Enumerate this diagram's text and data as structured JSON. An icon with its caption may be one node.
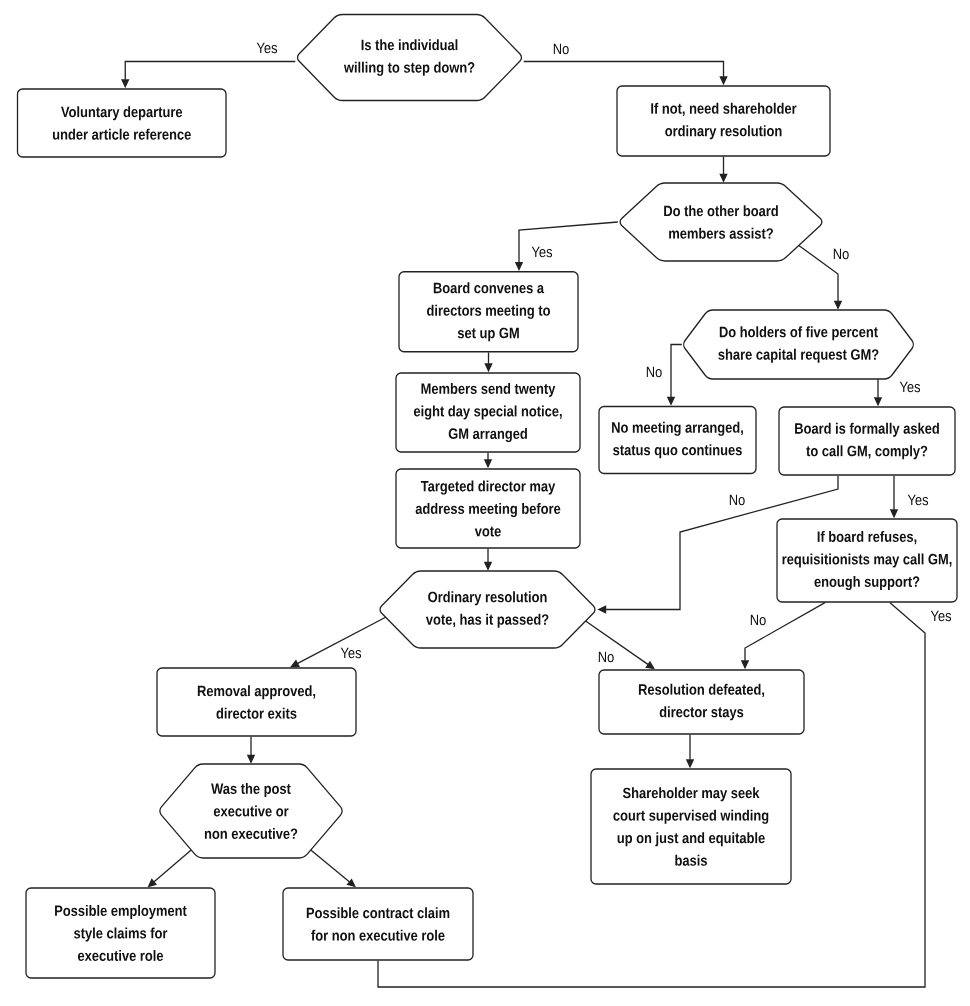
{
  "diagram": {
    "nodes": [
      {
        "text": [
          "Is the individual willing to step down?"
        ]
      },
      {
        "text": [
          "Voluntary departure under article reference"
        ]
      },
      {
        "text": [
          "If not, need shareholder ordinary resolution"
        ]
      },
      {
        "text": [
          "Do the other board members assist?"
        ]
      },
      {
        "text": [
          "Board convenes a directors meeting to set up GM"
        ]
      },
      {
        "text": [
          "Do holders of five percent share capital request GM?"
        ]
      },
      {
        "text": [
          "No meeting arranged, status quo continues"
        ]
      },
      {
        "text": [
          "Board is formally asked to call GM, comply?"
        ]
      },
      {
        "text": [
          "Members send twenty eight day special notice, GM arranged"
        ]
      },
      {
        "text": [
          "Targeted director may address meeting before vote"
        ]
      },
      {
        "text": [
          "If board refuses, requisitionists may call GM, enough support?"
        ]
      },
      {
        "text": [
          "Ordinary resolution vote, has it passed?"
        ]
      },
      {
        "text": [
          "Removal approved, director exits"
        ]
      },
      {
        "text": [
          "Resolution defeated, director stays"
        ]
      },
      {
        "text": [
          "Was the post executive or non executive?"
        ]
      },
      {
        "text": [
          "Shareholder may seek court supervised winding up on just and equitable basis"
        ]
      },
      {
        "text": [
          "Possible employment style claims for executive role"
        ]
      },
      {
        "text": [
          "Possible contract claim for non executive role"
        ]
      }
    ],
    "edges": [
      {
        "from": 0,
        "to": 1,
        "arrow": "to",
        "label": "Yes"
      },
      {
        "from": 0,
        "to": 2,
        "arrow": "to",
        "label": "No"
      },
      {
        "from": 2,
        "to": 3,
        "arrow": "to"
      },
      {
        "from": 3,
        "to": 4,
        "arrow": "to",
        "label": "Yes"
      },
      {
        "from": 3,
        "to": 5,
        "arrow": "to",
        "label": "No"
      },
      {
        "from": 4,
        "to": 8,
        "arrow": "to"
      },
      {
        "from": 5,
        "to": 6,
        "arrow": "to",
        "label": "No"
      },
      {
        "from": 5,
        "to": 7,
        "arrow": "to",
        "label": "Yes"
      },
      {
        "from": 8,
        "to": 9,
        "arrow": "to"
      },
      {
        "from": 7,
        "to": 10,
        "arrow": "to",
        "label": "Yes"
      },
      {
        "from": 7,
        "to": 11,
        "arrow": "to",
        "label": "No"
      },
      {
        "from": 9,
        "to": 11,
        "arrow": "to"
      },
      {
        "from": 10,
        "to": 13,
        "arrow": "to",
        "label": "No"
      },
      {
        "from": 10,
        "to": 17,
        "arrow": "none",
        "label": "Yes"
      },
      {
        "from": 11,
        "to": 12,
        "arrow": "to",
        "label": "Yes"
      },
      {
        "from": 11,
        "to": 13,
        "arrow": "to",
        "label": "No"
      },
      {
        "from": 12,
        "to": 14,
        "arrow": "to"
      },
      {
        "from": 13,
        "to": 15,
        "arrow": "to"
      },
      {
        "from": 14,
        "to": 16,
        "arrow": "to"
      },
      {
        "from": 14,
        "to": 17,
        "arrow": "to"
      }
    ]
  }
}
